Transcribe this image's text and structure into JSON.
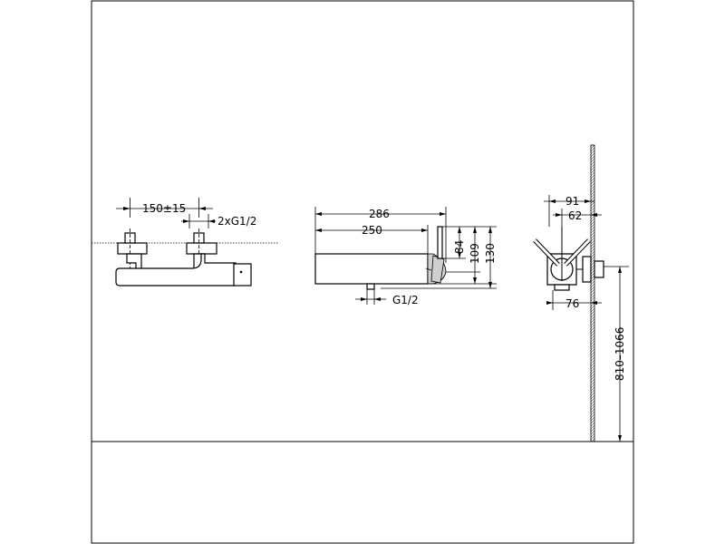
{
  "labels": {
    "spacing": "150±15",
    "inlet_thread": "2xG1/2",
    "total_length": "286",
    "body_length": "250",
    "outlet_thread": "G1/2",
    "height_84": "84",
    "height_109": "109",
    "height_130": "130",
    "depth_91": "91",
    "depth_62": "62",
    "depth_76": "76",
    "mount_height": "810–1066"
  }
}
